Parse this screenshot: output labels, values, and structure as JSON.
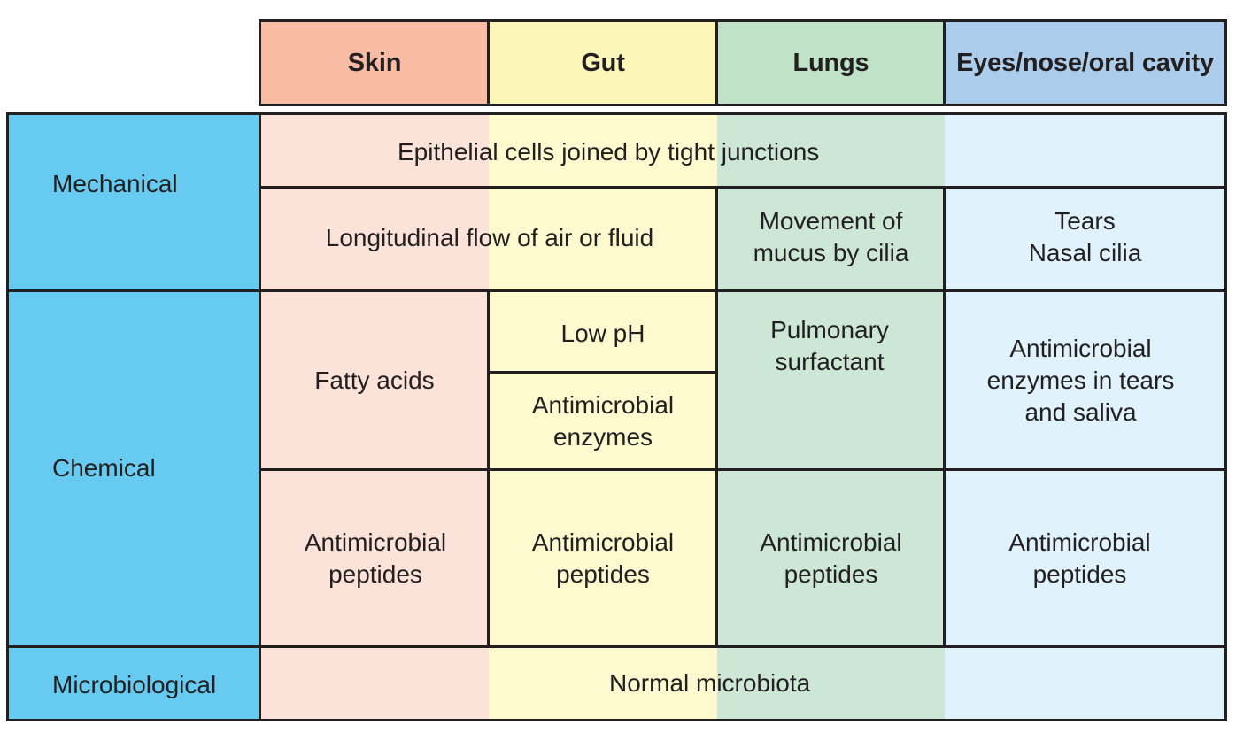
{
  "header": {
    "skin": "Skin",
    "gut": "Gut",
    "lungs": "Lungs",
    "eyes": "Eyes/nose/oral cavity"
  },
  "rows": {
    "mechanical": "Mechanical",
    "chemical": "Chemical",
    "microbiological": "Microbiological"
  },
  "cells": {
    "epithelial": "Epithelial cells joined by tight junctions",
    "longitudinal": "Longitudinal flow of air or fluid",
    "mucus": [
      "Movement of",
      "mucus by cilia"
    ],
    "tears": [
      "Tears",
      "Nasal cilia"
    ],
    "fatty_acids": "Fatty acids",
    "low_ph": "Low pH",
    "gut_enzymes": [
      "Antimicrobial",
      "enzymes"
    ],
    "surfactant": [
      "Pulmonary",
      "surfactant"
    ],
    "eyes_enzymes": [
      "Antimicrobial",
      "enzymes in tears",
      "and saliva"
    ],
    "peptides_skin": [
      "Antimicrobial",
      "peptides"
    ],
    "peptides_gut": [
      "Antimicrobial",
      "peptides"
    ],
    "peptides_lungs": [
      "Antimicrobial",
      "peptides"
    ],
    "peptides_eyes": [
      "Antimicrobial",
      "peptides"
    ],
    "microbiota": "Normal microbiota"
  },
  "colors": {
    "row_label": "#67cbf1",
    "skin_header": "#f8bba4",
    "gut_header": "#fcf6b8",
    "lungs_header": "#c0e2c6",
    "eyes_header": "#abcdeb",
    "skin_body": "#fbe3da",
    "gut_body": "#fdfacf",
    "lungs_body": "#cde7d7",
    "eyes_body": "#e0f2fb"
  }
}
